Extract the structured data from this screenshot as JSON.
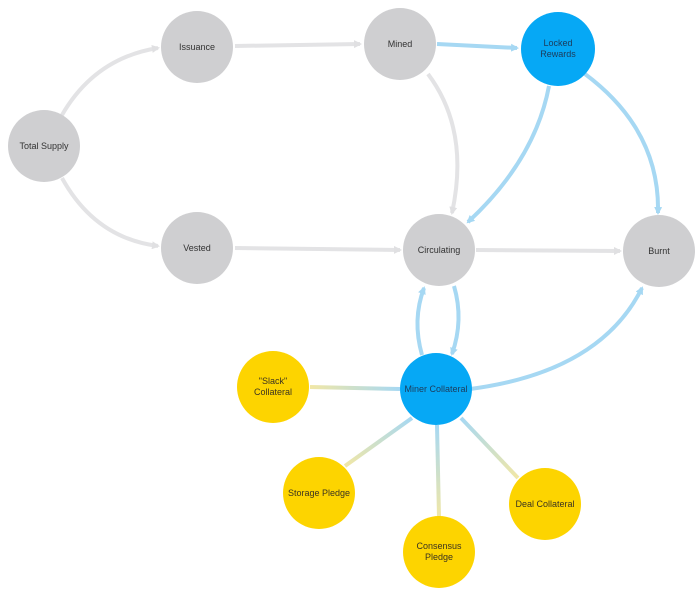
{
  "nodes": {
    "total_supply": {
      "label": "Total Supply",
      "color": "#cfcfd1"
    },
    "issuance": {
      "label": "Issuance",
      "color": "#cfcfd1"
    },
    "mined": {
      "label": "Mined",
      "color": "#cfcfd1"
    },
    "locked_rewards": {
      "label": "Locked Rewards",
      "color": "#06a8f5"
    },
    "vested": {
      "label": "Vested",
      "color": "#cfcfd1"
    },
    "circulating": {
      "label": "Circulating",
      "color": "#cfcfd1"
    },
    "burnt": {
      "label": "Burnt",
      "color": "#cfcfd1"
    },
    "miner_collateral": {
      "label": "Miner Collateral",
      "color": "#06a8f5"
    },
    "slack_collateral": {
      "label": "\"Slack\" Collateral",
      "color": "#fdd400"
    },
    "storage_pledge": {
      "label": "Storage Pledge",
      "color": "#fdd400"
    },
    "consensus_pledge": {
      "label": "Consensus Pledge",
      "color": "#fdd400"
    },
    "deal_collateral": {
      "label": "Deal Collateral",
      "color": "#fdd400"
    }
  },
  "edges": [
    {
      "from": "total_supply",
      "to": "issuance"
    },
    {
      "from": "total_supply",
      "to": "vested"
    },
    {
      "from": "issuance",
      "to": "mined"
    },
    {
      "from": "mined",
      "to": "locked_rewards"
    },
    {
      "from": "mined",
      "to": "circulating"
    },
    {
      "from": "locked_rewards",
      "to": "circulating"
    },
    {
      "from": "locked_rewards",
      "to": "burnt"
    },
    {
      "from": "vested",
      "to": "circulating"
    },
    {
      "from": "circulating",
      "to": "burnt"
    },
    {
      "from": "circulating",
      "to": "miner_collateral"
    },
    {
      "from": "miner_collateral",
      "to": "circulating"
    },
    {
      "from": "miner_collateral",
      "to": "burnt"
    },
    {
      "from": "miner_collateral",
      "to": "slack_collateral"
    },
    {
      "from": "miner_collateral",
      "to": "storage_pledge"
    },
    {
      "from": "miner_collateral",
      "to": "consensus_pledge"
    },
    {
      "from": "miner_collateral",
      "to": "deal_collateral"
    }
  ],
  "colors": {
    "gray_edge": "#e3e3e5",
    "blue_edge": "#a6d8f3",
    "arrow_gray": "#e0e0e2",
    "arrow_blue": "#a6d8f3"
  }
}
